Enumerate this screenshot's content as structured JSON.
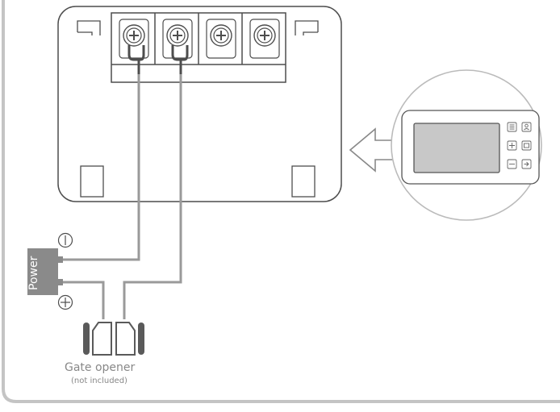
{
  "labels": {
    "power": "Power",
    "gate_opener": "Gate opener",
    "not_included": "(not included)"
  },
  "symbols": {
    "negative": "negative-terminal-symbol",
    "positive": "positive-terminal-symbol"
  },
  "colors": {
    "outline": "#4d4d4d",
    "wire": "#9a9a9a",
    "frame": "#c4c4c4",
    "power_box": "#8a8a8a",
    "screen": "#c8c8c8",
    "label_text": "#888888"
  }
}
